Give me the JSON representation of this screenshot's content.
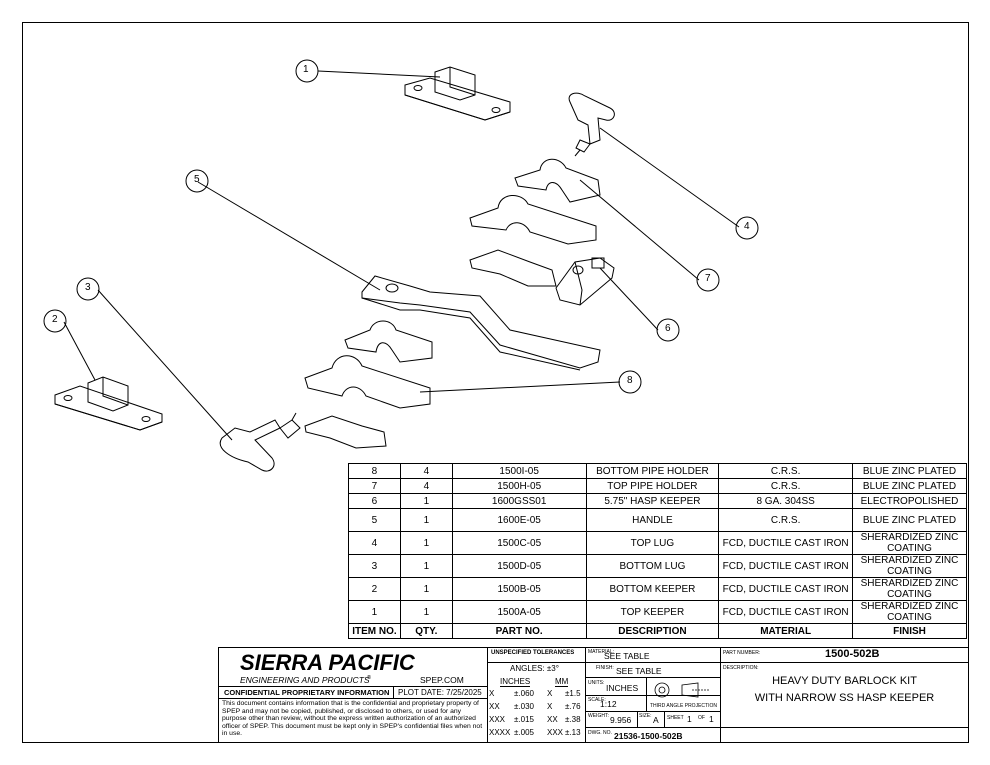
{
  "balloons": [
    "1",
    "2",
    "3",
    "4",
    "5",
    "6",
    "7",
    "8"
  ],
  "bom": {
    "rows": [
      {
        "item": "8",
        "qty": "4",
        "part": "1500I-05",
        "desc": "BOTTOM PIPE HOLDER",
        "material": "C.R.S.",
        "finish": "BLUE ZINC PLATED"
      },
      {
        "item": "7",
        "qty": "4",
        "part": "1500H-05",
        "desc": "TOP PIPE HOLDER",
        "material": "C.R.S.",
        "finish": "BLUE ZINC PLATED"
      },
      {
        "item": "6",
        "qty": "1",
        "part": "1600GSS01",
        "desc": "5.75\" HASP KEEPER",
        "material": "8 GA. 304SS",
        "finish": "ELECTROPOLISHED"
      },
      {
        "item": "5",
        "qty": "1",
        "part": "1600E-05",
        "desc": "HANDLE",
        "material": "C.R.S.",
        "finish": "BLUE ZINC PLATED"
      },
      {
        "item": "4",
        "qty": "1",
        "part": "1500C-05",
        "desc": "TOP LUG",
        "material": "FCD, DUCTILE CAST IRON",
        "finish": "SHERARDIZED ZINC COATING"
      },
      {
        "item": "3",
        "qty": "1",
        "part": "1500D-05",
        "desc": "BOTTOM LUG",
        "material": "FCD, DUCTILE CAST IRON",
        "finish": "SHERARDIZED ZINC COATING"
      },
      {
        "item": "2",
        "qty": "1",
        "part": "1500B-05",
        "desc": "BOTTOM KEEPER",
        "material": "FCD, DUCTILE CAST IRON",
        "finish": "SHERARDIZED ZINC COATING"
      },
      {
        "item": "1",
        "qty": "1",
        "part": "1500A-05",
        "desc": "TOP KEEPER",
        "material": "FCD, DUCTILE CAST IRON",
        "finish": "SHERARDIZED ZINC COATING"
      }
    ],
    "headers": {
      "item": "ITEM NO.",
      "qty": "QTY.",
      "part": "PART NO.",
      "desc": "DESCRIPTION",
      "material": "MATERIAL",
      "finish": "FINISH"
    }
  },
  "title_block": {
    "company": "SIERRA PACIFIC",
    "company_sub": "ENGINEERING AND PRODUCTS",
    "website": "SPEP.COM",
    "confidential": "CONFIDENTIAL PROPRIETARY INFORMATION",
    "plot_date": "PLOT DATE: 7/25/2025",
    "notice": "This document contains information that is the confidential and proprietary property of SPEP and may not be copied, published, or disclosed to others, or used for any purpose other than review, without the express written authorization of an authorized officer of SPEP. This document must be kept only in SPEP's confidential files when not in use.",
    "tol_title": "UNSPECIFIED TOLERANCES",
    "angles": "ANGLES: ±3°",
    "inches_hdr": "INCHES",
    "mm_hdr": "MM",
    "tol_rows": [
      {
        "in_k": "X",
        "in_v": "±.060",
        "mm_k": "X",
        "mm_v": "±1.5"
      },
      {
        "in_k": "XX",
        "in_v": "±.030",
        "mm_k": "X",
        "mm_v": "±.76"
      },
      {
        "in_k": "XXX",
        "in_v": "±.015",
        "mm_k": "XX",
        "mm_v": "±.38"
      },
      {
        "in_k": "XXXX",
        "in_v": "±.005",
        "mm_k": "XXX",
        "mm_v": "±.13"
      }
    ],
    "material_lbl": "MATERIAL:",
    "material": "SEE TABLE",
    "finish_lbl": "FINISH:",
    "finish": "SEE TABLE",
    "units_lbl": "UNITS:",
    "units": "INCHES",
    "scale_lbl": "SCALE:",
    "scale": "1:12",
    "projection": "THIRD ANGLE PROJECTION",
    "weight_lbl": "WEIGHT:",
    "weight": "9.956",
    "size_lbl": "SIZE:",
    "size": "A",
    "sheet_lbl": "SHEET",
    "sheet": "1",
    "of_lbl": "OF",
    "sheet_total": "1",
    "dwg_lbl": "DWG. NO.",
    "dwg_no": "21536-1500-502B",
    "part_number_lbl": "PART NUMBER:",
    "part_number": "1500-502B",
    "description_lbl": "DESCRIPTION:",
    "desc_line1": "HEAVY DUTY BARLOCK KIT",
    "desc_line2": "WITH NARROW SS HASP KEEPER"
  }
}
